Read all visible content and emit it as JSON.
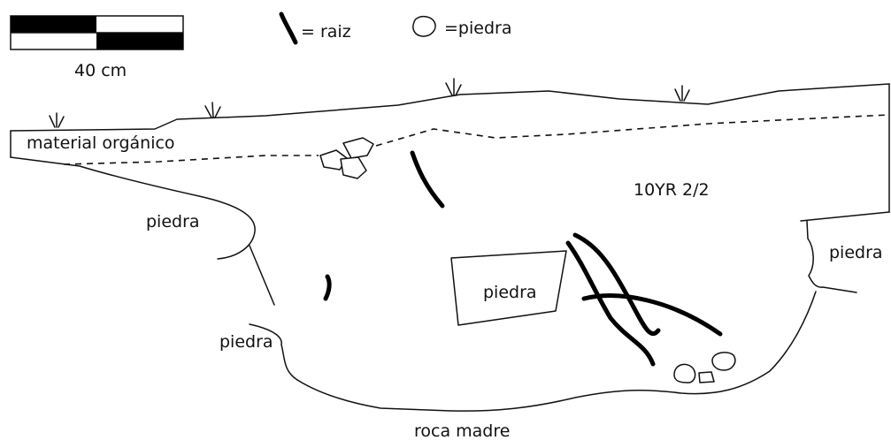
{
  "scale_bar": {
    "label": "40 cm"
  },
  "legend": {
    "root_label": "= raiz",
    "stone_label": "=piedra"
  },
  "labels": {
    "organic_material": "material orgánico",
    "soil_color": "10YR 2/2",
    "stone_left_upper": "piedra",
    "stone_left_lower": "piedra",
    "stone_center": "piedra",
    "stone_right": "piedra",
    "bedrock": "roca madre"
  }
}
